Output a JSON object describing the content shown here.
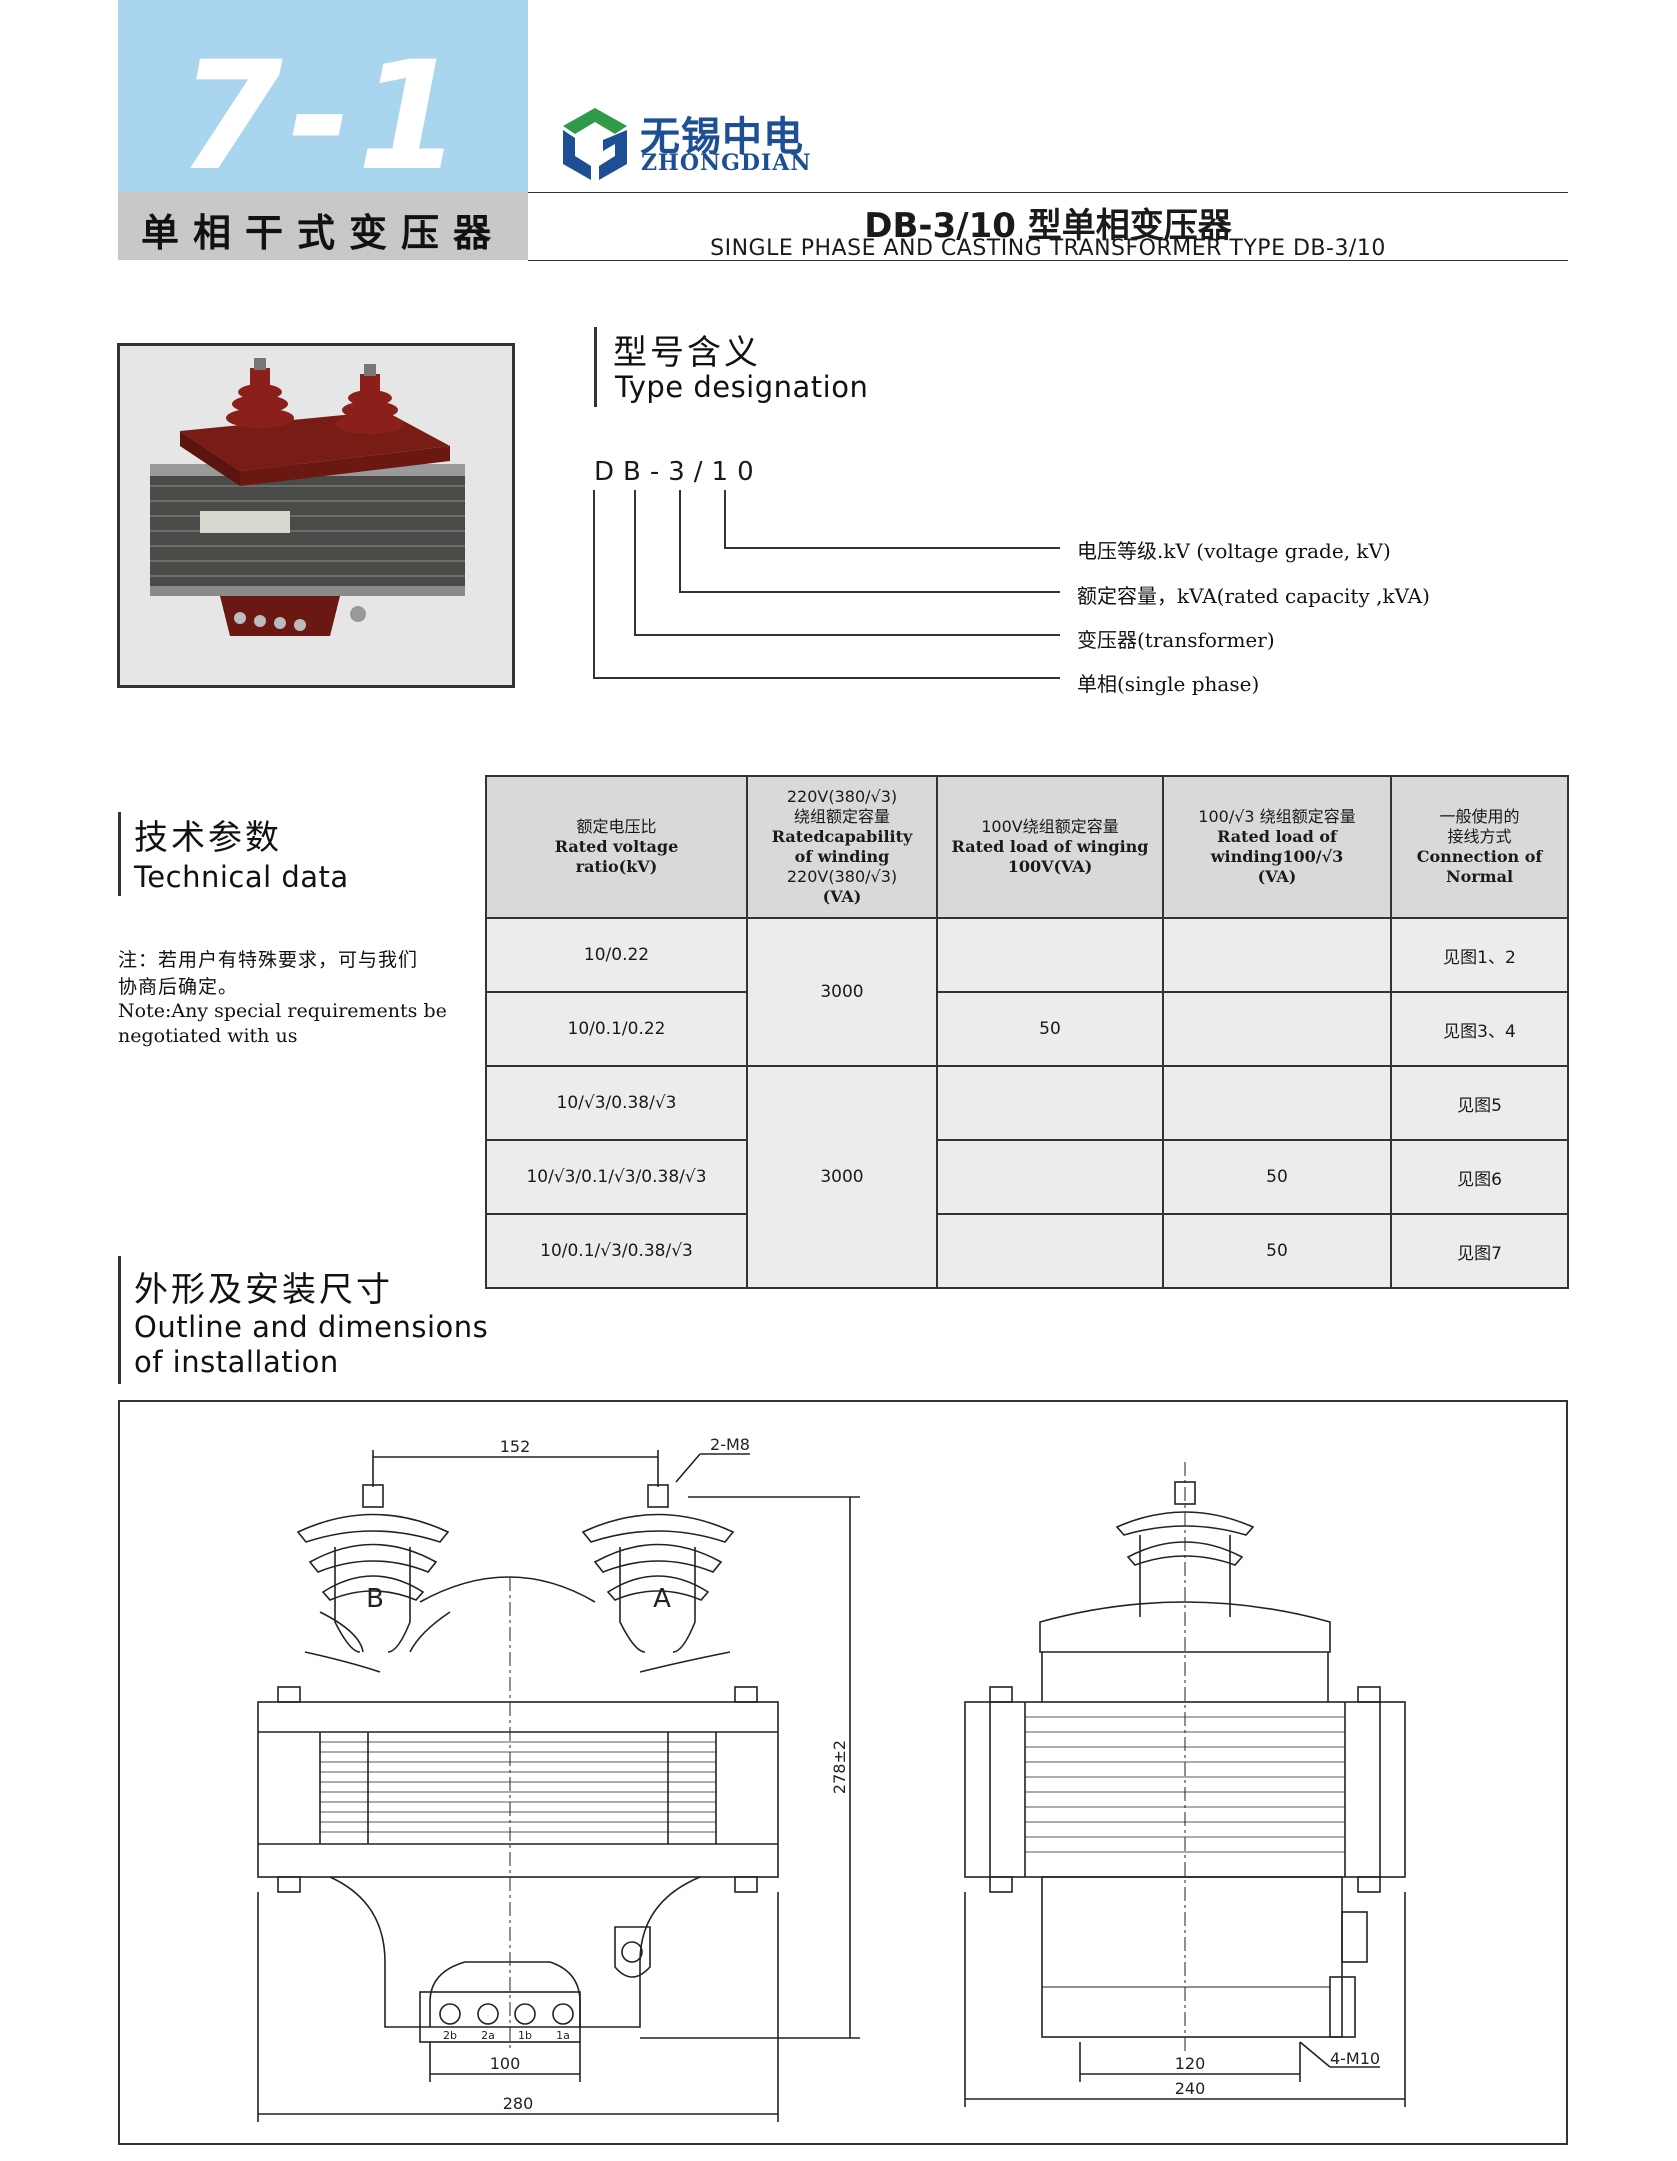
{
  "header": {
    "section_number": "7-1",
    "category_cn": "单相干式变压器",
    "logo_cn": "无锡中电",
    "logo_en": "ZHONGDIAN",
    "title_cn": "DB-3/10 型单相变压器",
    "title_en": "SINGLE PHASE AND CASTING TRANSFORMER TYPE DB-3/10"
  },
  "designation": {
    "heading_cn": "型号含义",
    "heading_en": "Type designation",
    "code": "DB-3/10",
    "labels": [
      "电压等级.kV (voltage grade, kV)",
      "额定容量，kVA(rated capacity ,kVA)",
      "变压器(transformer)",
      "单相(single phase)"
    ]
  },
  "technical": {
    "heading_cn": "技术参数",
    "heading_en": "Technical data",
    "note_cn": [
      "注：若用户有特殊要求，可与我们",
      "协商后确定。"
    ],
    "note_en": [
      "Note:Any special requirements be",
      "negotiated with us"
    ]
  },
  "table": {
    "headers": {
      "col1_cn": "额定电压比",
      "col1_en": [
        "Rated voltage",
        "ratio(kV)"
      ],
      "col2_cn": [
        "220V(380/√3)",
        "绕组额定容量"
      ],
      "col2_en": [
        "Ratedcapability",
        "of winding",
        "220V(380/√3)",
        "(VA)"
      ],
      "col3_cn": "100V绕组额定容量",
      "col3_en": [
        "Rated load of winging",
        "100V(VA)"
      ],
      "col4_cn": "100/√3 绕组额定容量",
      "col4_en": [
        "Rated load of",
        "winding100/√3",
        "(VA)"
      ],
      "col5_cn": [
        "一般使用的",
        "接线方式"
      ],
      "col5_en": [
        "Connection of",
        "Normal"
      ]
    },
    "rows": [
      {
        "ratio": "10/0.22",
        "load100": "",
        "load100r3": "",
        "connection": "见图1、2"
      },
      {
        "ratio": "10/0.1/0.22",
        "load100": "50",
        "load100r3": "",
        "connection": "见图3、4"
      },
      {
        "ratio": "10/√3/0.38/√3",
        "load100": "",
        "load100r3": "",
        "connection": "见图5"
      },
      {
        "ratio": "10/√3/0.1/√3/0.38/√3",
        "load100": "",
        "load100r3": "50",
        "connection": "见图6"
      },
      {
        "ratio": "10/0.1/√3/0.38/√3",
        "load100": "",
        "load100r3": "50",
        "connection": "见图7"
      }
    ],
    "capability_group1": "3000",
    "capability_group2": "3000"
  },
  "outline": {
    "heading_cn": "外形及安装尺寸",
    "heading_en": [
      "Outline and dimensions",
      "of installation"
    ],
    "dims": {
      "top_span": "152",
      "bolt": "2-M8",
      "height": "278±2",
      "base_inner": "100",
      "base_outer": "280",
      "side_inner": "120",
      "side_outer": "240",
      "mount": "4-M10"
    },
    "terminal_labels": [
      "B",
      "A"
    ],
    "secondary_labels": [
      "2b",
      "2a",
      "1b",
      "1a"
    ]
  }
}
